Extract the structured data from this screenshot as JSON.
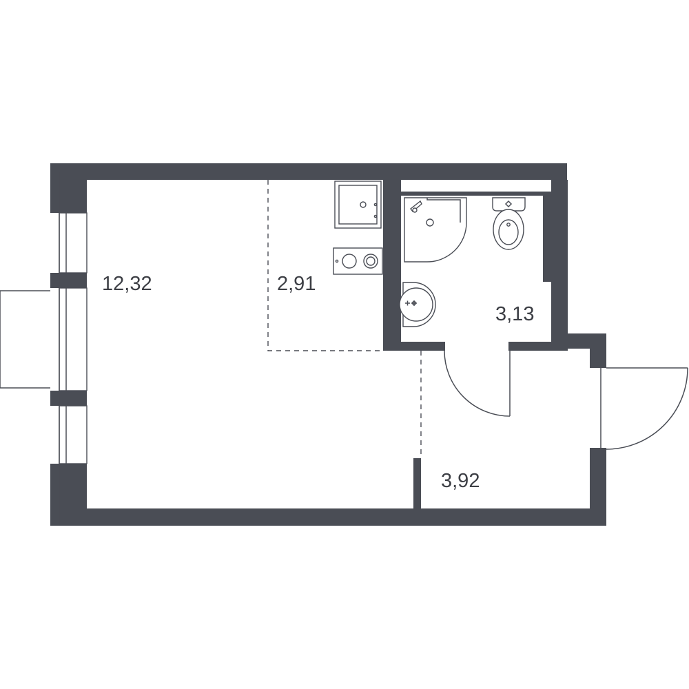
{
  "colors": {
    "wall": "#4a4d55",
    "line": "#4a4d55",
    "text": "#3d3f45"
  },
  "rooms": {
    "living": {
      "area": "12,32"
    },
    "kitchen": {
      "area": "2,91"
    },
    "bathroom": {
      "area": "3,13"
    },
    "hallway": {
      "area": "3,92"
    }
  },
  "icons": {
    "sink": "kitchen-sink-icon",
    "stove": "cooktop-icon",
    "shower": "shower-icon",
    "toilet": "toilet-icon",
    "washbasin": "washbasin-icon"
  }
}
